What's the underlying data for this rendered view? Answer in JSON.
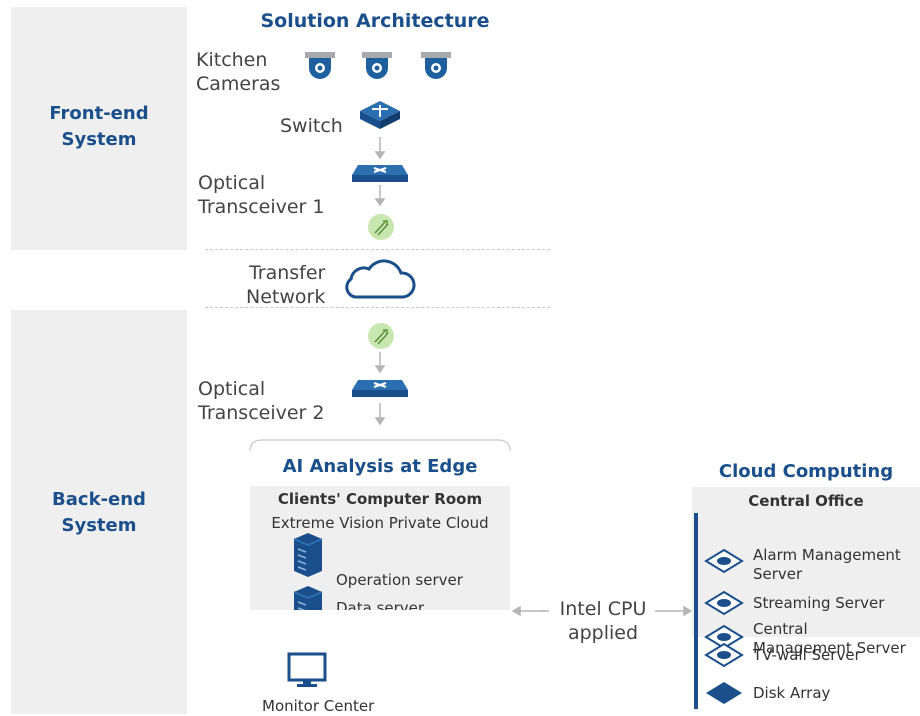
{
  "title": "Solution Architecture",
  "front_end": {
    "label_line1": "Front-end",
    "label_line2": "System"
  },
  "back_end": {
    "label_line1": "Back-end",
    "label_line2": "System"
  },
  "devices": {
    "kitchen_cameras": [
      "Kitchen",
      "Cameras"
    ],
    "switch": "Switch",
    "optical_transceiver_1": [
      "Optical",
      "Transceiver 1"
    ],
    "transfer_network": [
      "Transfer",
      "Network"
    ],
    "optical_transceiver_2": [
      "Optical",
      "Transceiver 2"
    ]
  },
  "edge": {
    "title": "AI Analysis at Edge",
    "room": "Clients' Computer Room",
    "cloud": "Extreme Vision Private Cloud",
    "servers": [
      "Operation server",
      "Data server"
    ],
    "monitor": "Monitor Center"
  },
  "link": [
    "Intel CPU",
    "applied"
  ],
  "cloud_computing": {
    "title": "Cloud Computing",
    "office": "Central Office",
    "items": [
      {
        "line1": "Alarm Management",
        "line2": "Server"
      },
      {
        "line1": "Streaming Server",
        "line2": ""
      },
      {
        "line1": "Central",
        "line2": "Management Server"
      },
      {
        "line1": "TV-wall Server",
        "line2": ""
      },
      {
        "line1": "Disk Array",
        "line2": ""
      }
    ]
  },
  "colors": {
    "brand_blue": "#1a4f8b",
    "icon_blue": "#1e5f9e",
    "panel_gray": "#efefef",
    "optical_green": "#c8e6b0"
  }
}
